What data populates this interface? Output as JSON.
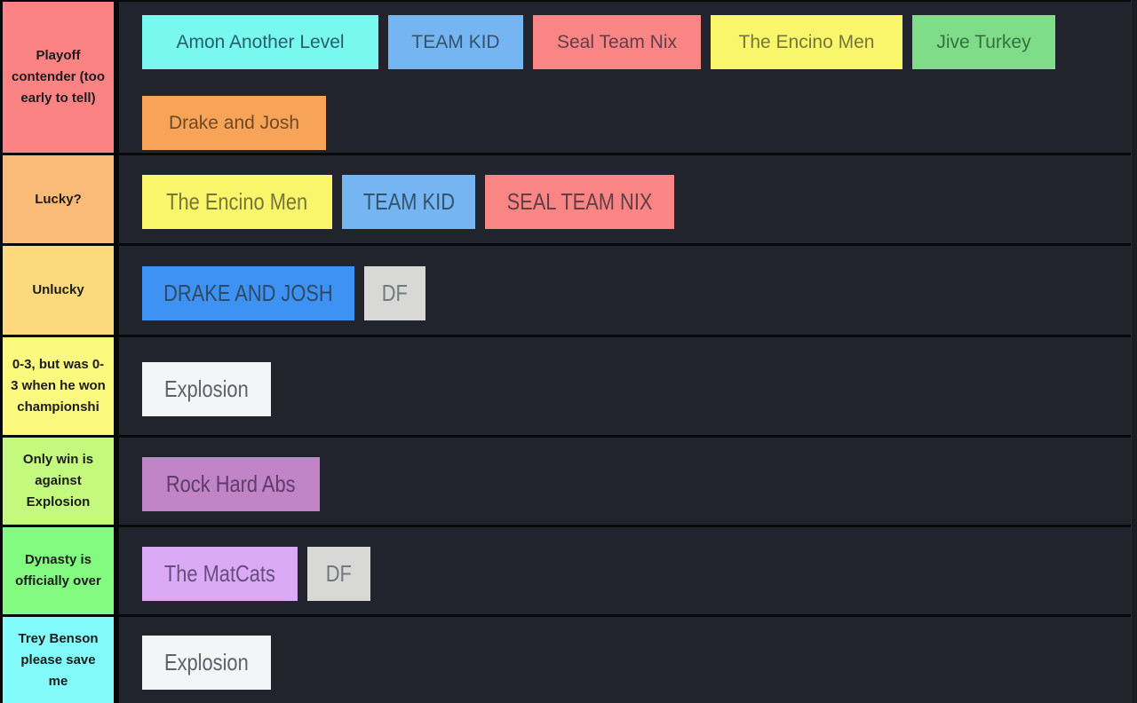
{
  "app": {
    "name": "tier-list",
    "canvas_bg": "#21242c",
    "frame_color": "#07080a",
    "label_text_color": "#1c1c1c"
  },
  "rows": [
    {
      "label": "Playoff contender (too early to tell)",
      "color": "#fb8383",
      "tiles": [
        {
          "label": "Amon Another Level",
          "bg": "#79f8f0",
          "fg": "#26616a"
        },
        {
          "label": "TEAM KID",
          "bg": "#74b5f2",
          "fg": "#35536e"
        },
        {
          "label": "Seal Team Nix",
          "bg": "#f98585",
          "fg": "#643d46"
        },
        {
          "label": "The Encino Men",
          "bg": "#f9f66b",
          "fg": "#77763a"
        },
        {
          "label": "Jive Turkey",
          "bg": "#7fdd8a",
          "fg": "#34713f"
        },
        {
          "label": "Drake and Josh",
          "bg": "#f7a458",
          "fg": "#6e4a28"
        }
      ]
    },
    {
      "label": "Lucky?",
      "color": "#fbbb78",
      "tiles": [
        {
          "label": "The Encino Men",
          "bg": "#f9f66b",
          "fg": "#77763a"
        },
        {
          "label": "TEAM KID",
          "bg": "#74b5f2",
          "fg": "#35536e"
        },
        {
          "label": "SEAL TEAM NIX",
          "bg": "#f98585",
          "fg": "#643d46"
        }
      ]
    },
    {
      "label": "Unlucky",
      "color": "#fbd97c",
      "tiles": [
        {
          "label": "DRAKE AND JOSH",
          "bg": "#3e92f4",
          "fg": "#2f4a66"
        },
        {
          "label": "DF",
          "bg": "#d8d8d6",
          "fg": "#75787c"
        }
      ]
    },
    {
      "label": "0-3, but was 0-3 when he won championshi",
      "color": "#fbfa7e",
      "tiles": [
        {
          "label": "Explosion",
          "bg": "#f4f5f7",
          "fg": "#5c6268"
        }
      ]
    },
    {
      "label": "Only win is against Explosion",
      "color": "#c3fa7d",
      "tiles": [
        {
          "label": "Rock Hard Abs",
          "bg": "#c184c6",
          "fg": "#5e3d6b"
        }
      ]
    },
    {
      "label": "Dynasty is officially over",
      "color": "#83fb81",
      "tiles": [
        {
          "label": "The MatCats",
          "bg": "#daaaf7",
          "fg": "#64507a"
        },
        {
          "label": "DF",
          "bg": "#d8d8d6",
          "fg": "#75787c"
        }
      ]
    },
    {
      "label": "Trey Benson please save me",
      "color": "#83fbfb",
      "tiles": [
        {
          "label": "Explosion",
          "bg": "#f4f5f7",
          "fg": "#5c6268"
        }
      ]
    }
  ]
}
